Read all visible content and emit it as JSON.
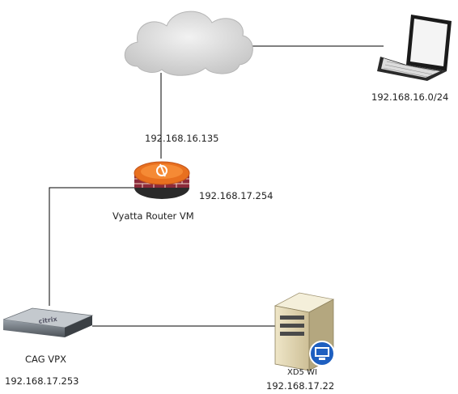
{
  "nodes": {
    "internet": {
      "icon": "cloud-icon"
    },
    "client": {
      "icon": "laptop-icon",
      "ip_label": "192.168.16.0/24"
    },
    "router": {
      "icon": "firewall-router-icon",
      "name": "Vyatta Router VM",
      "ip_outside": "192.168.16.135",
      "ip_inside": "192.168.17.254"
    },
    "cag": {
      "icon": "appliance-icon",
      "brand": "citrix",
      "name": "CAG VPX",
      "ip": "192.168.17.253"
    },
    "server": {
      "icon": "server-tower-icon",
      "name": "XD5 WI",
      "ip": "192.168.17.22"
    }
  },
  "colors": {
    "link": "#000000",
    "cloud": "#d8d8d8",
    "router_orange": "#e8701f",
    "router_brick": "#8b2a3a",
    "server_badge": "#1e5fc0"
  }
}
